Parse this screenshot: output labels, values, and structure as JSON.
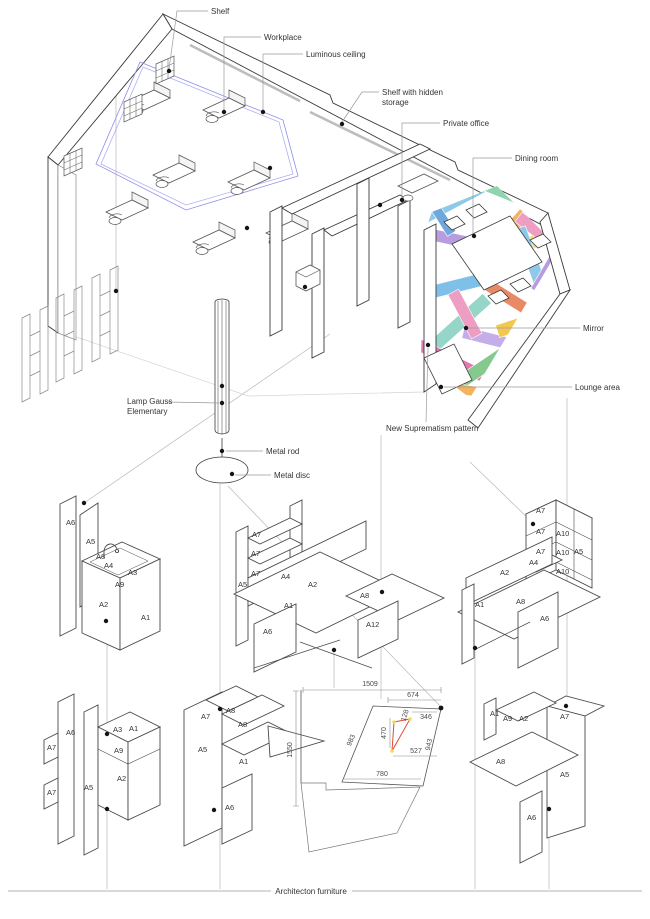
{
  "colors": {
    "ink": "#3a3a3a",
    "light_line": "#c9c9c9",
    "leader": "#9a9a9a",
    "blue": "#8f8fe8",
    "red": "#e04b38",
    "yellow": "#f2dd4e",
    "pattern_palette": [
      "#8ec9ea",
      "#8fd4ae",
      "#f3b25e",
      "#b79ce0",
      "#f4e06a",
      "#ef9ec3",
      "#7fc0e8",
      "#e98a67",
      "#96d6c8",
      "#c3aee9",
      "#f2c94e",
      "#e478b0",
      "#85c98f",
      "#6fa8dc"
    ]
  },
  "callouts": {
    "shelf": "Shelf",
    "workplace": "Workplace",
    "luminous_ceiling": "Luminous ceiling",
    "shelf_hidden_1": "Shelf with hidden",
    "shelf_hidden_2": "storage",
    "private_office": "Private office",
    "dining_room": "Dining room",
    "mirror": "Mirror",
    "lounge_area": "Lounge area",
    "suprematism": "New Suprematism pattern",
    "lamp_1": "Lamp Gauss",
    "lamp_2": "Elementary",
    "metal_rod": "Metal rod",
    "metal_disc": "Metal disc",
    "architecton": "Architecton furniture"
  },
  "parts": {
    "A1": "A1",
    "A2": "A2",
    "A3": "A3",
    "A4": "A4",
    "A5": "A5",
    "A6": "A6",
    "A7": "A7",
    "A8": "A8",
    "A9": "A9",
    "A10": "A10",
    "A12": "A12"
  },
  "dims": {
    "d1509": "1509",
    "d674": "674",
    "d346": "346",
    "d128": "128",
    "d470": "470",
    "d983": "983",
    "d527": "527",
    "d943": "943",
    "d780": "780",
    "d1550": "1550"
  }
}
